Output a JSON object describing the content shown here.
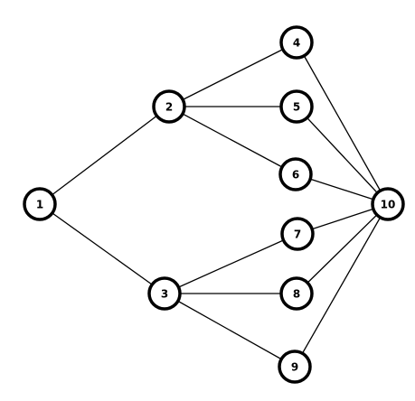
{
  "diagram": {
    "colors": {
      "stroke": "#000000",
      "fill": "#ffffff"
    },
    "nodes": [
      {
        "id": "1",
        "label": "1"
      },
      {
        "id": "2",
        "label": "2"
      },
      {
        "id": "3",
        "label": "3"
      },
      {
        "id": "4",
        "label": "4"
      },
      {
        "id": "5",
        "label": "5"
      },
      {
        "id": "6",
        "label": "6"
      },
      {
        "id": "7",
        "label": "7"
      },
      {
        "id": "8",
        "label": "8"
      },
      {
        "id": "9",
        "label": "9"
      },
      {
        "id": "10",
        "label": "10"
      }
    ],
    "edges": [
      {
        "from": "1",
        "to": "2"
      },
      {
        "from": "1",
        "to": "3"
      },
      {
        "from": "2",
        "to": "4"
      },
      {
        "from": "2",
        "to": "5"
      },
      {
        "from": "2",
        "to": "6"
      },
      {
        "from": "3",
        "to": "7"
      },
      {
        "from": "3",
        "to": "8"
      },
      {
        "from": "3",
        "to": "9"
      },
      {
        "from": "4",
        "to": "10"
      },
      {
        "from": "5",
        "to": "10"
      },
      {
        "from": "6",
        "to": "10"
      },
      {
        "from": "7",
        "to": "10"
      },
      {
        "from": "8",
        "to": "10"
      },
      {
        "from": "9",
        "to": "10"
      }
    ]
  }
}
